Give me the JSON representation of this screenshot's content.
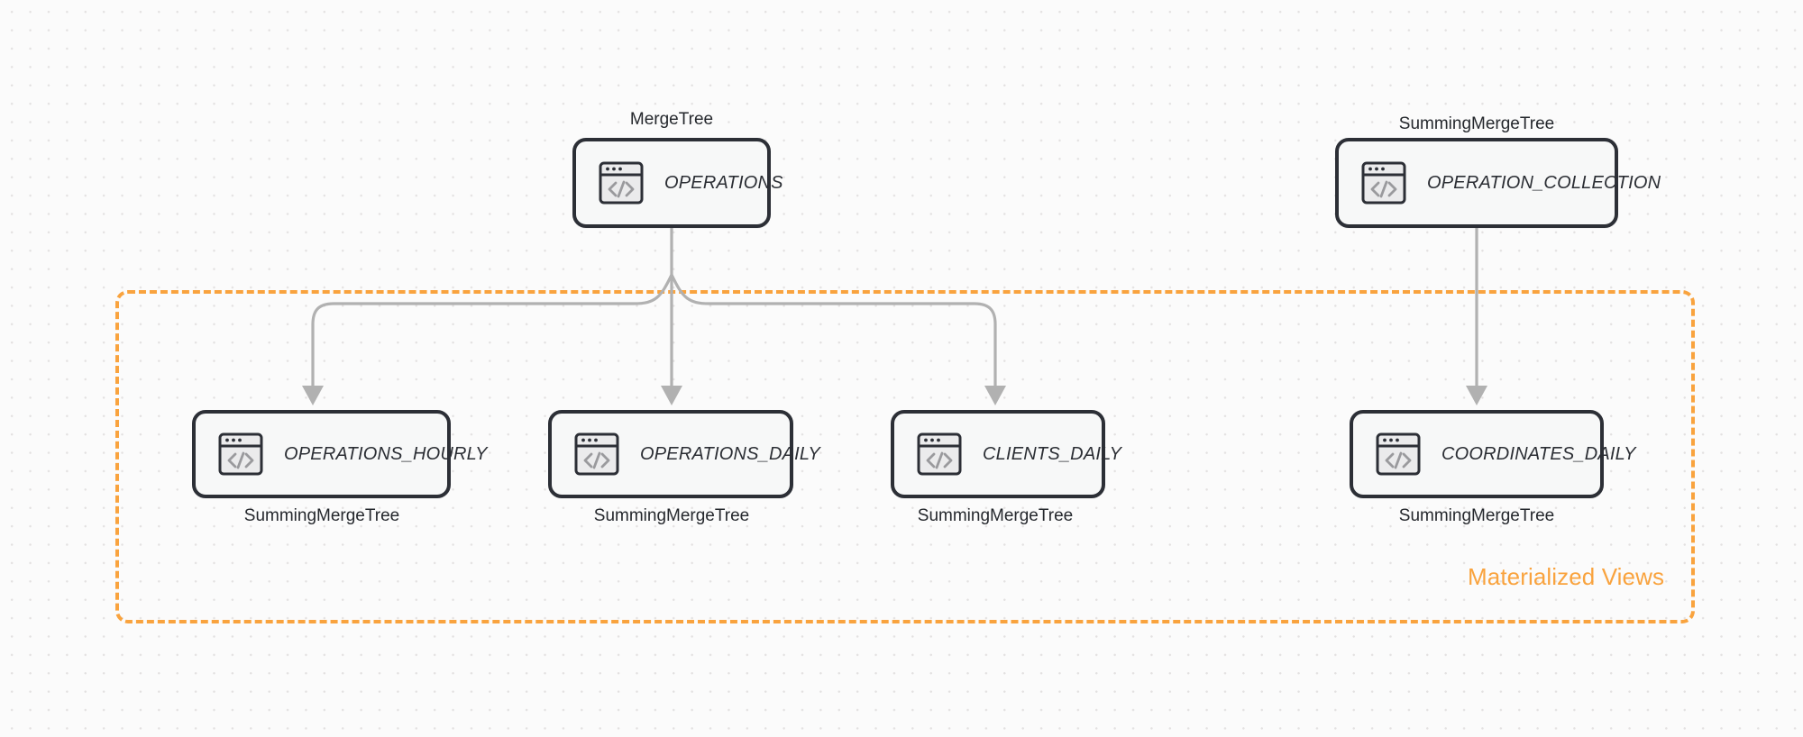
{
  "diagram": {
    "title_group": "Materialized Views",
    "group_color": "#f9a33e",
    "edge_color": "#b1b1b1",
    "node_border_color": "#2c2f36",
    "node_fill_color": "#f7f8f8",
    "background_color": "#fbfbfb"
  },
  "source_nodes": [
    {
      "id": "operations",
      "label": "OPERATIONS",
      "engine": "MergeTree",
      "icon": "code-window-icon"
    },
    {
      "id": "operation_collection",
      "label": "OPERATION_COLLECTION",
      "engine": "SummingMergeTree",
      "icon": "code-window-icon"
    }
  ],
  "view_nodes": [
    {
      "id": "operations_hourly",
      "label": "OPERATIONS_HOURLY",
      "engine": "SummingMergeTree",
      "icon": "code-window-icon"
    },
    {
      "id": "operations_daily",
      "label": "OPERATIONS_DAILY",
      "engine": "SummingMergeTree",
      "icon": "code-window-icon"
    },
    {
      "id": "clients_daily",
      "label": "CLIENTS_DAILY",
      "engine": "SummingMergeTree",
      "icon": "code-window-icon"
    },
    {
      "id": "coordinates_daily",
      "label": "COORDINATES_DAILY",
      "engine": "SummingMergeTree",
      "icon": "code-window-icon"
    }
  ],
  "edges": [
    {
      "from": "operations",
      "to": "operations_hourly"
    },
    {
      "from": "operations",
      "to": "operations_daily"
    },
    {
      "from": "operations",
      "to": "clients_daily"
    },
    {
      "from": "operation_collection",
      "to": "coordinates_daily"
    }
  ]
}
